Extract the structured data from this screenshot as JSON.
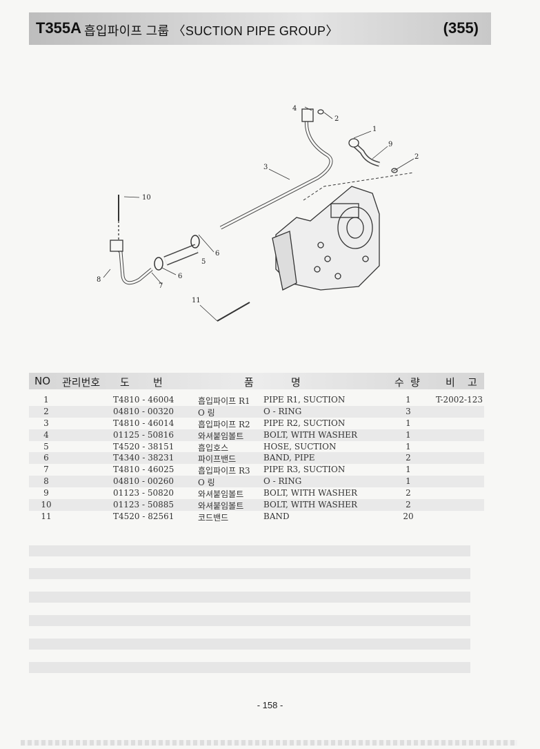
{
  "header": {
    "code": "T355A",
    "title": "흡입파이프 그룹 〈SUCTION PIPE GROUP〉",
    "page_ref": "(355)"
  },
  "diagram": {
    "callouts": [
      "1",
      "2",
      "3",
      "4",
      "5",
      "6",
      "7",
      "8",
      "9",
      "10",
      "11",
      "2",
      "6"
    ]
  },
  "table": {
    "headers": {
      "no": "NO",
      "mgmt": "관리번호",
      "do": "도",
      "beon": "번",
      "pum": "품",
      "myeong": "명",
      "su": "수",
      "ryang": "량",
      "bi": "비",
      "go": "고"
    },
    "rows": [
      {
        "no": "1",
        "part": "T4810 - 46004",
        "kor": "흡입파이프 R1",
        "name": "PIPE R1, SUCTION",
        "qty": "1",
        "note": "T-2002-123"
      },
      {
        "no": "2",
        "part": "04810 - 00320",
        "kor": "O 링",
        "name": "O - RING",
        "qty": "3",
        "note": ""
      },
      {
        "no": "3",
        "part": "T4810 - 46014",
        "kor": "흡입파이프 R2",
        "name": "PIPE R2, SUCTION",
        "qty": "1",
        "note": ""
      },
      {
        "no": "4",
        "part": "01125 - 50816",
        "kor": "와셔붙임볼트",
        "name": "BOLT, WITH WASHER",
        "qty": "1",
        "note": ""
      },
      {
        "no": "5",
        "part": "T4520 - 38151",
        "kor": "흡입호스",
        "name": "HOSE, SUCTION",
        "qty": "1",
        "note": ""
      },
      {
        "no": "6",
        "part": "T4340 - 38231",
        "kor": "파이프밴드",
        "name": "BAND, PIPE",
        "qty": "2",
        "note": ""
      },
      {
        "no": "7",
        "part": "T4810 - 46025",
        "kor": "흡입파이프 R3",
        "name": "PIPE R3, SUCTION",
        "qty": "1",
        "note": ""
      },
      {
        "no": "8",
        "part": "04810 - 00260",
        "kor": "O 링",
        "name": "O - RING",
        "qty": "1",
        "note": ""
      },
      {
        "no": "9",
        "part": "01123 - 50820",
        "kor": "와셔붙임볼트",
        "name": "BOLT, WITH WASHER",
        "qty": "2",
        "note": ""
      },
      {
        "no": "10",
        "part": "01123 - 50885",
        "kor": "와셔붙임볼트",
        "name": "BOLT, WITH WASHER",
        "qty": "2",
        "note": ""
      },
      {
        "no": "11",
        "part": "T4520 - 82561",
        "kor": "코드밴드",
        "name": "BAND",
        "qty": "20",
        "note": ""
      }
    ]
  },
  "footer": {
    "page_number": "- 158 -"
  }
}
